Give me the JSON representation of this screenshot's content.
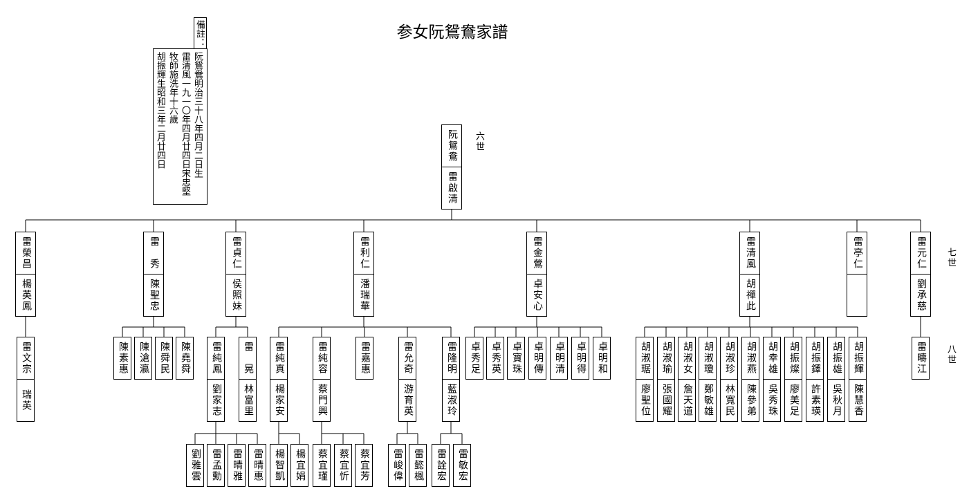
{
  "title": "参女阮鴛鴦家譜",
  "notes": {
    "header": "備註：",
    "lines": [
      "阮鴛鴦明治三十八年四月二日生",
      "雷清風一九一〇年四月廿四日宋忠堅",
      "牧師施洗年十六歲",
      "胡振輝生昭和三年二月廿四日"
    ]
  },
  "generation_labels": {
    "gen6": "六世",
    "gen7": "七世",
    "gen8": "八世"
  },
  "root": {
    "name": "阮鴛鴦",
    "spouse": "雷啟清",
    "children": [
      {
        "name": "雷榮昌",
        "spouse": "楊英鳳",
        "children": [
          {
            "name": "雷文宗",
            "spouse": "瑞英"
          }
        ]
      },
      {
        "name": "雷　秀",
        "spouse": "陳聖忠",
        "children": [
          {
            "name": "陳素惠"
          },
          {
            "name": "陳滄瀛"
          },
          {
            "name": "陳舜民"
          },
          {
            "name": "陳堯舜"
          }
        ]
      },
      {
        "name": "雷貞仁",
        "spouse": "侯照妹",
        "children": [
          {
            "name": "雷純鳳",
            "spouse": "劉家志",
            "children": [
              {
                "name": "劉雅雲"
              },
              {
                "name": "雷孟勳"
              },
              {
                "name": "雷晴雅"
              },
              {
                "name": "雷晴惠"
              }
            ]
          },
          {
            "name": "雷　晃",
            "spouse": "林富里"
          }
        ]
      },
      {
        "name": "雷利仁",
        "spouse": "潘瑞華",
        "children": [
          {
            "name": "雷純真",
            "spouse": "楊家安",
            "children": [
              {
                "name": "楊智凱"
              },
              {
                "name": "楊宜娟"
              }
            ]
          },
          {
            "name": "雷純容",
            "spouse": "蔡門興",
            "children": [
              {
                "name": "蔡宜瑾"
              },
              {
                "name": "蔡宜忻"
              },
              {
                "name": "蔡宜芳"
              }
            ]
          },
          {
            "name": "雷嘉惠"
          },
          {
            "name": "雷允奇",
            "spouse": "游育英",
            "children": [
              {
                "name": "雷峻偉"
              },
              {
                "name": "雷懿楓"
              }
            ]
          },
          {
            "name": "雷隆明",
            "spouse": "藍淑玲",
            "children": [
              {
                "name": "雷詮宏"
              },
              {
                "name": "雷敏宏"
              }
            ]
          }
        ]
      },
      {
        "name": "雷金鶯",
        "spouse": "卓安心",
        "children": [
          {
            "name": "卓秀足"
          },
          {
            "name": "卓秀英"
          },
          {
            "name": "卓寶珠"
          },
          {
            "name": "卓明傳"
          },
          {
            "name": "卓明清"
          },
          {
            "name": "卓明得"
          },
          {
            "name": "卓明和"
          }
        ]
      },
      {
        "name": "雷清風",
        "spouse": "胡禪此",
        "children": [
          {
            "name": "胡淑琚",
            "spouse": "廖聖位"
          },
          {
            "name": "胡淑瑜",
            "spouse": "張國耀"
          },
          {
            "name": "胡淑女",
            "spouse": "詹天道"
          },
          {
            "name": "胡淑瓊",
            "spouse": "鄭敏雄"
          },
          {
            "name": "胡淑珍",
            "spouse": "林寬民"
          },
          {
            "name": "胡淑燕",
            "spouse": "陳參弟"
          },
          {
            "name": "胡幸雄",
            "spouse": "吳秀珠"
          },
          {
            "name": "胡振燦",
            "spouse": "廖美足"
          },
          {
            "name": "胡振鐸",
            "spouse": "許素瑛"
          },
          {
            "name": "胡振雄",
            "spouse": "吳秋月"
          },
          {
            "name": "胡振輝",
            "spouse": "陳慧香"
          }
        ]
      },
      {
        "name": "雷亭仁",
        "spouse": ""
      },
      {
        "name": "雷元仁",
        "spouse": "劉承慈",
        "children": [
          {
            "name": "雷疇江"
          }
        ]
      }
    ]
  }
}
